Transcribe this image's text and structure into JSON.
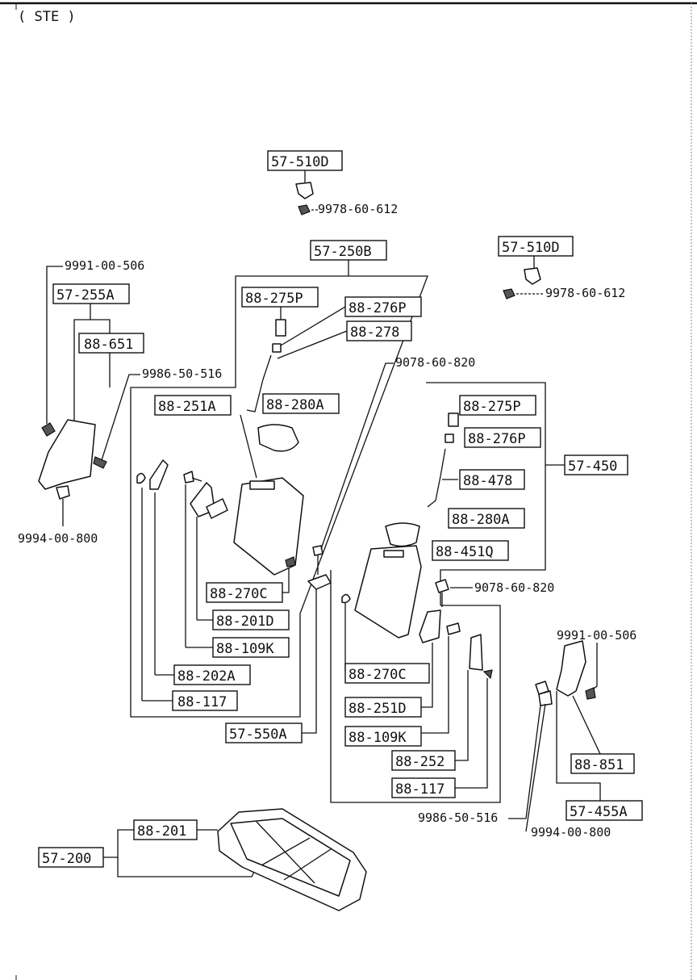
{
  "header": {
    "variant": "( STE )"
  },
  "labels": {
    "top_510d": "57-510D",
    "top_bolt": "9978-60-612",
    "right_510d": "57-510D",
    "right_bolt": "9978-60-612",
    "l_9991": "9991-00-506",
    "l_255a": "57-255A",
    "l_651": "88-651",
    "l_9986": "9986-50-516",
    "l_9994": "9994-00-800",
    "c_250b": "57-250B",
    "c_275p": "88-275P",
    "c_276p": "88-276P",
    "c_278": "88-278",
    "c_251a": "88-251A",
    "c_280a": "88-280A",
    "c_270c": "88-270C",
    "c_201d": "88-201D",
    "c_109k": "88-109K",
    "c_202a": "88-202A",
    "c_117": "88-117",
    "c_550a": "57-550A",
    "r_9078a": "9078-60-820",
    "r_275p": "88-275P",
    "r_276p": "88-276P",
    "r_450": "57-450",
    "r_478": "88-478",
    "r_280a": "88-280A",
    "r_451q": "88-451Q",
    "r_9078b": "9078-60-820",
    "r_270c": "88-270C",
    "r_251d": "88-251D",
    "r_109k": "88-109K",
    "r_252": "88-252",
    "r_117": "88-117",
    "r_9991": "9991-00-506",
    "r_851": "88-851",
    "r_455a": "57-455A",
    "r_9986": "9986-50-516",
    "r_9994": "9994-00-800",
    "b_201": "88-201",
    "b_200": "57-200"
  }
}
